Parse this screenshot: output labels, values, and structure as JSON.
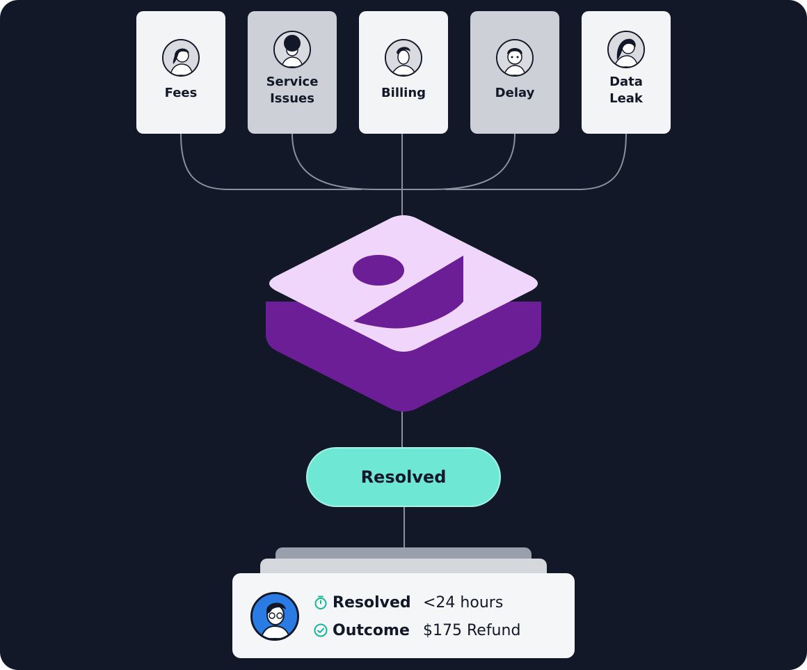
{
  "categories": [
    {
      "label": "Fees"
    },
    {
      "label": "Service\nIssues"
    },
    {
      "label": "Billing"
    },
    {
      "label": "Delay"
    },
    {
      "label": "Data\nLeak"
    }
  ],
  "status_pill": {
    "label": "Resolved"
  },
  "result": {
    "rows": [
      {
        "label": "Resolved",
        "value": "<24 hours",
        "icon": "stopwatch-icon"
      },
      {
        "label": "Outcome",
        "value": "$175 Refund",
        "icon": "check-circle-icon"
      }
    ]
  },
  "colors": {
    "background": "#121828",
    "accent_purple": "#6b1e96",
    "accent_purple_light": "#f0d6fb",
    "accent_teal": "#6ee7d4",
    "avatar_blue": "#2b7be4"
  }
}
